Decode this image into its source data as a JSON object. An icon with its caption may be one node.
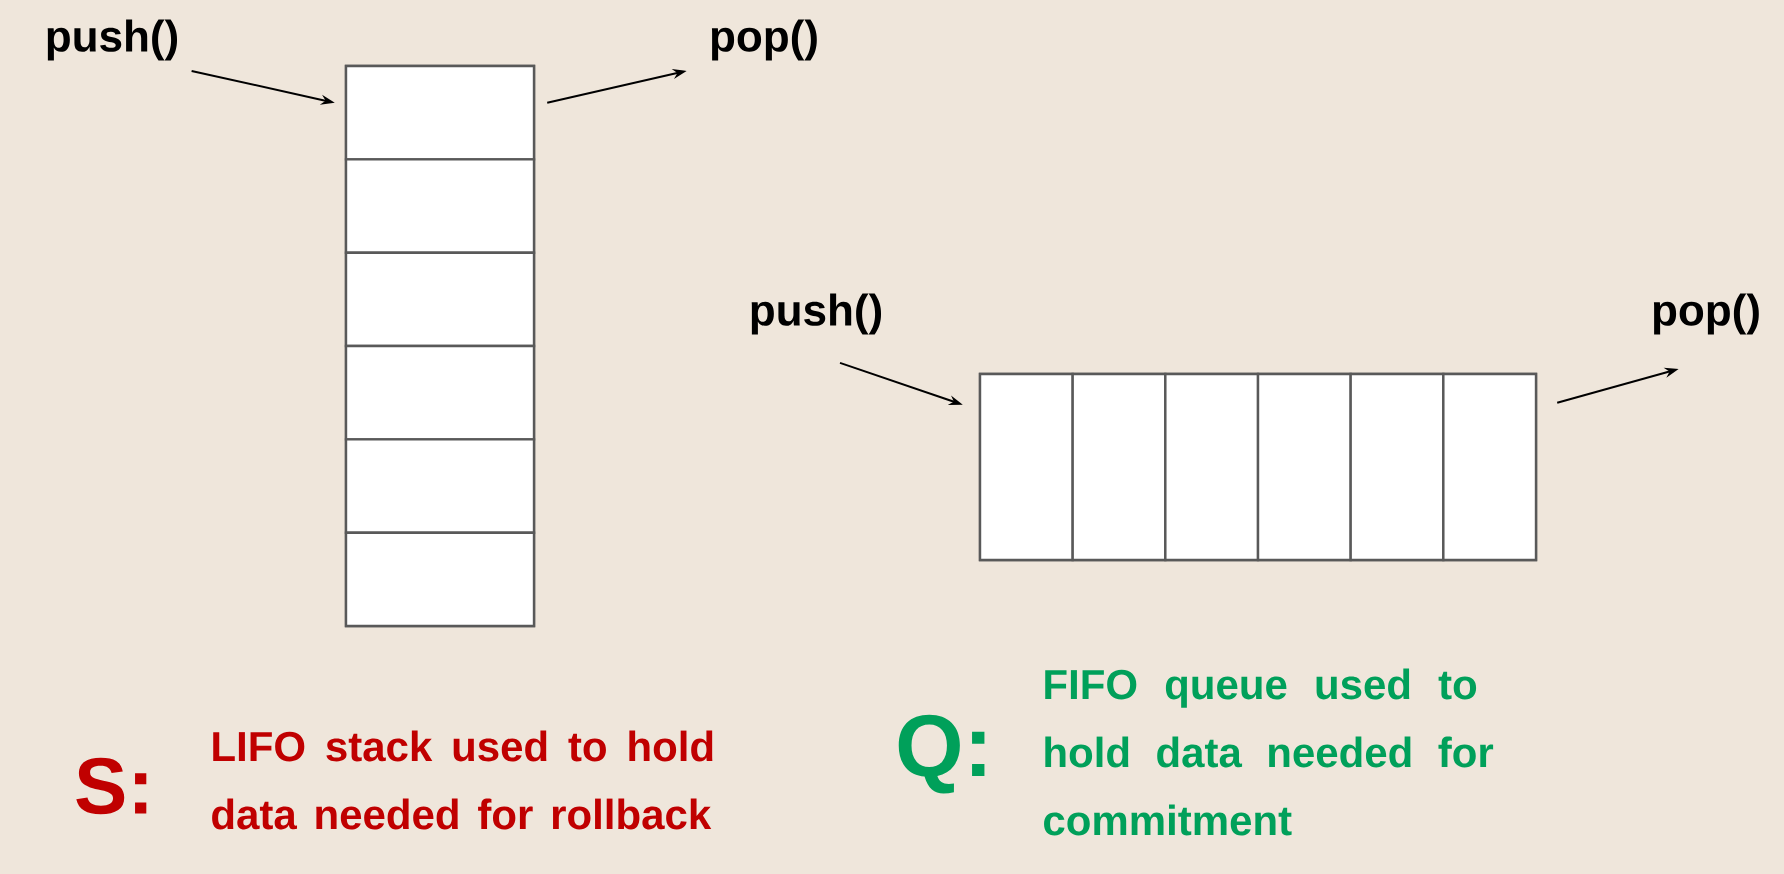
{
  "diagram": {
    "nodes": [
      {
        "text": [
          "push()"
        ]
      },
      {
        "text": [
          "pop()"
        ]
      },
      {
        "text": [],
        "shape": "box"
      },
      {
        "text": [],
        "shape": "box",
        "in": 2
      },
      {
        "text": [],
        "shape": "box",
        "in": 2
      },
      {
        "text": [],
        "shape": "box",
        "in": 2
      },
      {
        "text": [],
        "shape": "box",
        "in": 2
      },
      {
        "text": [],
        "shape": "box",
        "in": 2
      },
      {
        "text": [],
        "shape": "box",
        "in": 2
      },
      {
        "text": [
          "push()"
        ]
      },
      {
        "text": [
          "pop()"
        ]
      },
      {
        "text": [],
        "shape": "box"
      },
      {
        "text": [],
        "shape": "box",
        "in": 11
      },
      {
        "text": [],
        "shape": "box",
        "in": 11
      },
      {
        "text": [],
        "shape": "box",
        "in": 11
      },
      {
        "text": [],
        "shape": "box",
        "in": 11
      },
      {
        "text": [],
        "shape": "box",
        "in": 11
      },
      {
        "text": [],
        "shape": "box",
        "in": 11
      }
    ],
    "edges": [
      {
        "from": 0,
        "to": 2,
        "arrow": "to"
      },
      {
        "from": 2,
        "to": 1,
        "arrow": "to"
      },
      {
        "from": 9,
        "to": 11,
        "arrow": "to"
      },
      {
        "from": 11,
        "to": 10,
        "arrow": "to"
      }
    ],
    "labels": [
      "S:",
      "LIFO stack used to hold data needed for rollback",
      "Q:",
      "FIFO queue used to hold data needed for commitment"
    ]
  }
}
